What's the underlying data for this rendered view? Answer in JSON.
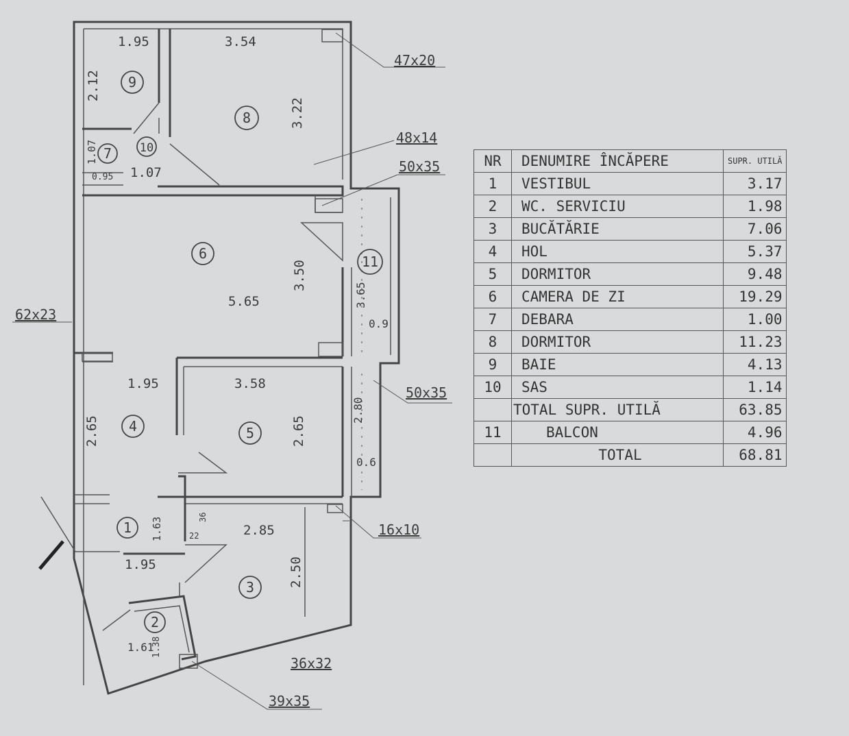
{
  "rooms": [
    {
      "nr": "1",
      "name": "VESTIBUL",
      "area": "3.17"
    },
    {
      "nr": "2",
      "name": "WC. SERVICIU",
      "area": "1.98"
    },
    {
      "nr": "3",
      "name": "BUCĂTĂRIE",
      "area": "7.06"
    },
    {
      "nr": "4",
      "name": "HOL",
      "area": "5.37"
    },
    {
      "nr": "5",
      "name": "DORMITOR",
      "area": "9.48"
    },
    {
      "nr": "6",
      "name": "CAMERA DE ZI",
      "area": "19.29"
    },
    {
      "nr": "7",
      "name": "DEBARA",
      "area": "1.00"
    },
    {
      "nr": "8",
      "name": "DORMITOR",
      "area": "11.23"
    },
    {
      "nr": "9",
      "name": "BAIE",
      "area": "4.13"
    },
    {
      "nr": "10",
      "name": "SAS",
      "area": "1.14"
    }
  ],
  "table": {
    "header_nr": "NR",
    "header_name": "DENUMIRE ÎNCĂPERE",
    "header_area": "SUPR. UTILĂ",
    "total_label": "TOTAL SUPR. UTILĂ",
    "total_value": "63.85",
    "balcony_nr": "11",
    "balcony_name": "BALCON",
    "balcony_area": "4.96",
    "grand_label": "TOTAL",
    "grand_value": "68.81"
  },
  "plan": {
    "room_numbers": [
      "1",
      "2",
      "3",
      "4",
      "5",
      "6",
      "7",
      "8",
      "9",
      "10",
      "11"
    ],
    "dimensions": {
      "d195_top": "1.95",
      "d354": "3.54",
      "d212": "2.12",
      "d322": "3.22",
      "d107v": "1.07",
      "d107h": "1.07",
      "d095": "0.95",
      "d565": "5.65",
      "d350": "3.50",
      "d365": "3.65",
      "d09": "0.9",
      "d195_hol": "1.95",
      "d358": "3.58",
      "d265_hol": "2.65",
      "d265_dorm": "2.65",
      "d280": "2.80",
      "d06": "0.6",
      "d163": "1.63",
      "d36": "36",
      "d22": "22",
      "d285": "2.85",
      "d250": "2.50",
      "d195_bot": "1.95",
      "d161": "1.61",
      "d138": "1.38"
    },
    "callouts": {
      "c47x20": "47x20",
      "c48x14": "48x14",
      "c50x35_top": "50x35",
      "c62x23": "62x23",
      "c50x35_mid": "50x35",
      "c16x10": "16x10",
      "c36x32": "36x32",
      "c39x35": "39x35"
    }
  }
}
